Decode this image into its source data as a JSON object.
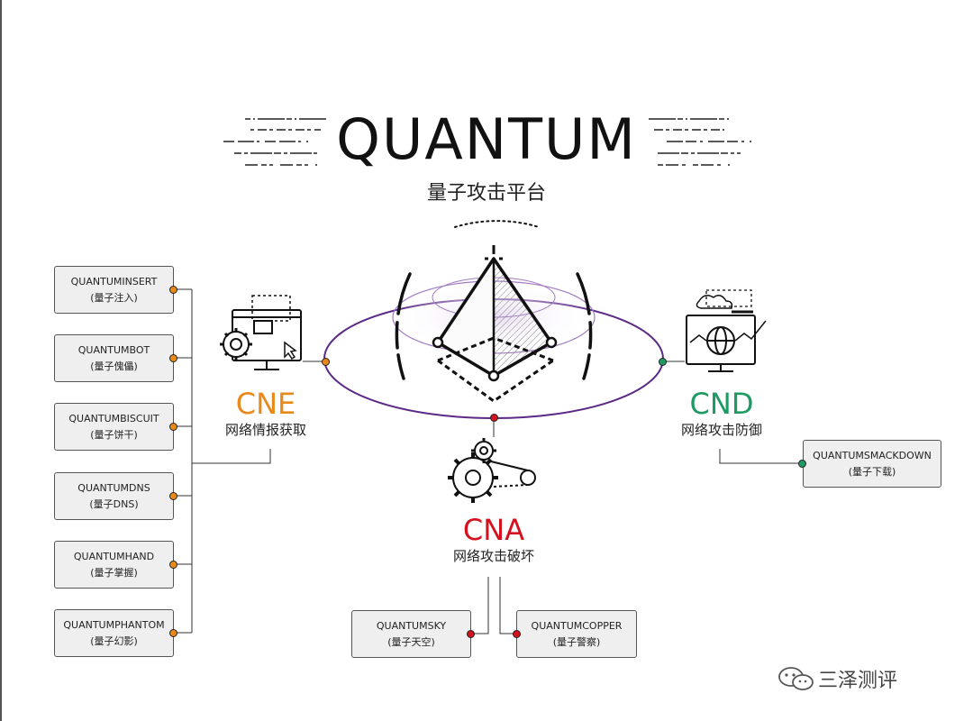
{
  "header": {
    "title": "QUANTUM",
    "subtitle": "量子攻击平台"
  },
  "categories": {
    "cne": {
      "abbr": "CNE",
      "desc": "网络情报获取",
      "color": "#e8891a"
    },
    "cnd": {
      "abbr": "CND",
      "desc": "网络攻击防御",
      "color": "#1e9a63"
    },
    "cna": {
      "abbr": "CNA",
      "desc": "网络攻击破坏",
      "color": "#d4121e"
    }
  },
  "cne_tools": [
    {
      "name": "QUANTUMINSERT",
      "cn": "(量子注入)"
    },
    {
      "name": "QUANTUMBOT",
      "cn": "(量子傀儡)"
    },
    {
      "name": "QUANTUMBISCUIT",
      "cn": "(量子饼干)"
    },
    {
      "name": "QUANTUMDNS",
      "cn": "(量子DNS)"
    },
    {
      "name": "QUANTUMHAND",
      "cn": "(量子掌握)"
    },
    {
      "name": "QUANTUMPHANTOM",
      "cn": "(量子幻影)"
    }
  ],
  "cnd_tools": [
    {
      "name": "QUANTUMSMACKDOWN",
      "cn": "(量子下载)"
    }
  ],
  "cna_tools": [
    {
      "name": "QUANTUMSKY",
      "cn": "(量子天空)"
    },
    {
      "name": "QUANTUMCOPPER",
      "cn": "(量子警察)"
    }
  ],
  "watermark": "三泽测评",
  "icons": [
    "cne-computer-gear-icon",
    "cnd-computer-globe-icon",
    "cna-gears-icon",
    "pyramid-icon",
    "wechat-icon"
  ]
}
